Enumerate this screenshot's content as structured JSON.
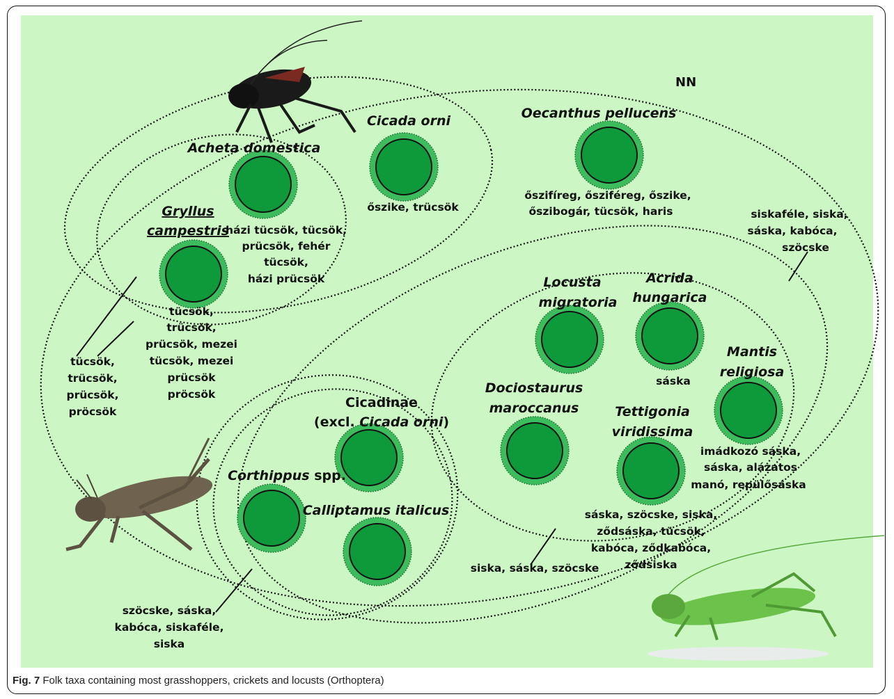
{
  "caption": {
    "fig": "Fig. 7",
    "text": "Folk taxa containing most grasshoppers, crickets and locusts (Orthoptera)"
  },
  "colors": {
    "panel": "#ccf7c4",
    "node_fill": "#0e9a3a",
    "node_ring": "#3cbc5c",
    "line": "#111111"
  },
  "labels": {
    "nn": "NN",
    "cicada_orni": "Cicada orni",
    "oecanthus": "Oecanthus pellucens",
    "acheta": "Acheta domestica",
    "gryllus_1": "Gryllus",
    "gryllus_2": "campestris",
    "locusta_1": "Locusta",
    "locusta_2": "migratoria",
    "acrida_1": "Acrida",
    "acrida_2": "hungarica",
    "mantis_1": "Mantis",
    "mantis_2": "religiosa",
    "docio_1": "Dociostaurus",
    "docio_2": "maroccanus",
    "tetti_1": "Tettigonia",
    "tetti_2": "viridissima",
    "cicadinae_1": "Cicadinae",
    "cicadinae_2a": "(excl. ",
    "cicadinae_2b": "Cicada orni",
    "cicadinae_2c": ")",
    "corthippus_a": "Corthippus",
    "corthippus_b": " spp.",
    "calliptamus": "Calliptamus italicus"
  },
  "folk_names": {
    "cicada_orni": "őszike, trücsök",
    "oecanthus_1": "őszifíreg, ősziféreg, őszike,",
    "oecanthus_2": "őszibogár, tücsök, haris",
    "acheta_1": "házi tücsök, tücsök,",
    "acheta_2": "prücsök, fehér",
    "acheta_3": "tücsök,",
    "acheta_4": "házi prücsök",
    "gryllus_1": "tücsök,",
    "gryllus_2": "trücsök,",
    "gryllus_3": "prücsök, mezei",
    "gryllus_4": "tücsök, mezei",
    "gryllus_5": "prücsök",
    "gryllus_6": "pröcsök",
    "crickets_1": "tücsök,",
    "crickets_2": "trücsök,",
    "crickets_3": "prücsök,",
    "crickets_4": "pröcsök",
    "acrida": "sáska",
    "mantis_1": "imádkozó sáska,",
    "mantis_2": "sáska, alázatos",
    "mantis_3": "manó, repülősáska",
    "tetti_1": "sáska, szöcske, siska,",
    "tetti_2": "ződsáska, tücsök,",
    "tetti_3": "kabóca, ződkabóca,",
    "tetti_4": "ződsiska",
    "locust_group": "siska, sáska, szöcske",
    "nn_1": "siskaféle, siska,",
    "nn_2": "sáska, kabóca,",
    "nn_3": "szöcske",
    "grass_1": "szöcske, sáska,",
    "grass_2": "kabóca, siskaféle,",
    "grass_3": "siska"
  }
}
